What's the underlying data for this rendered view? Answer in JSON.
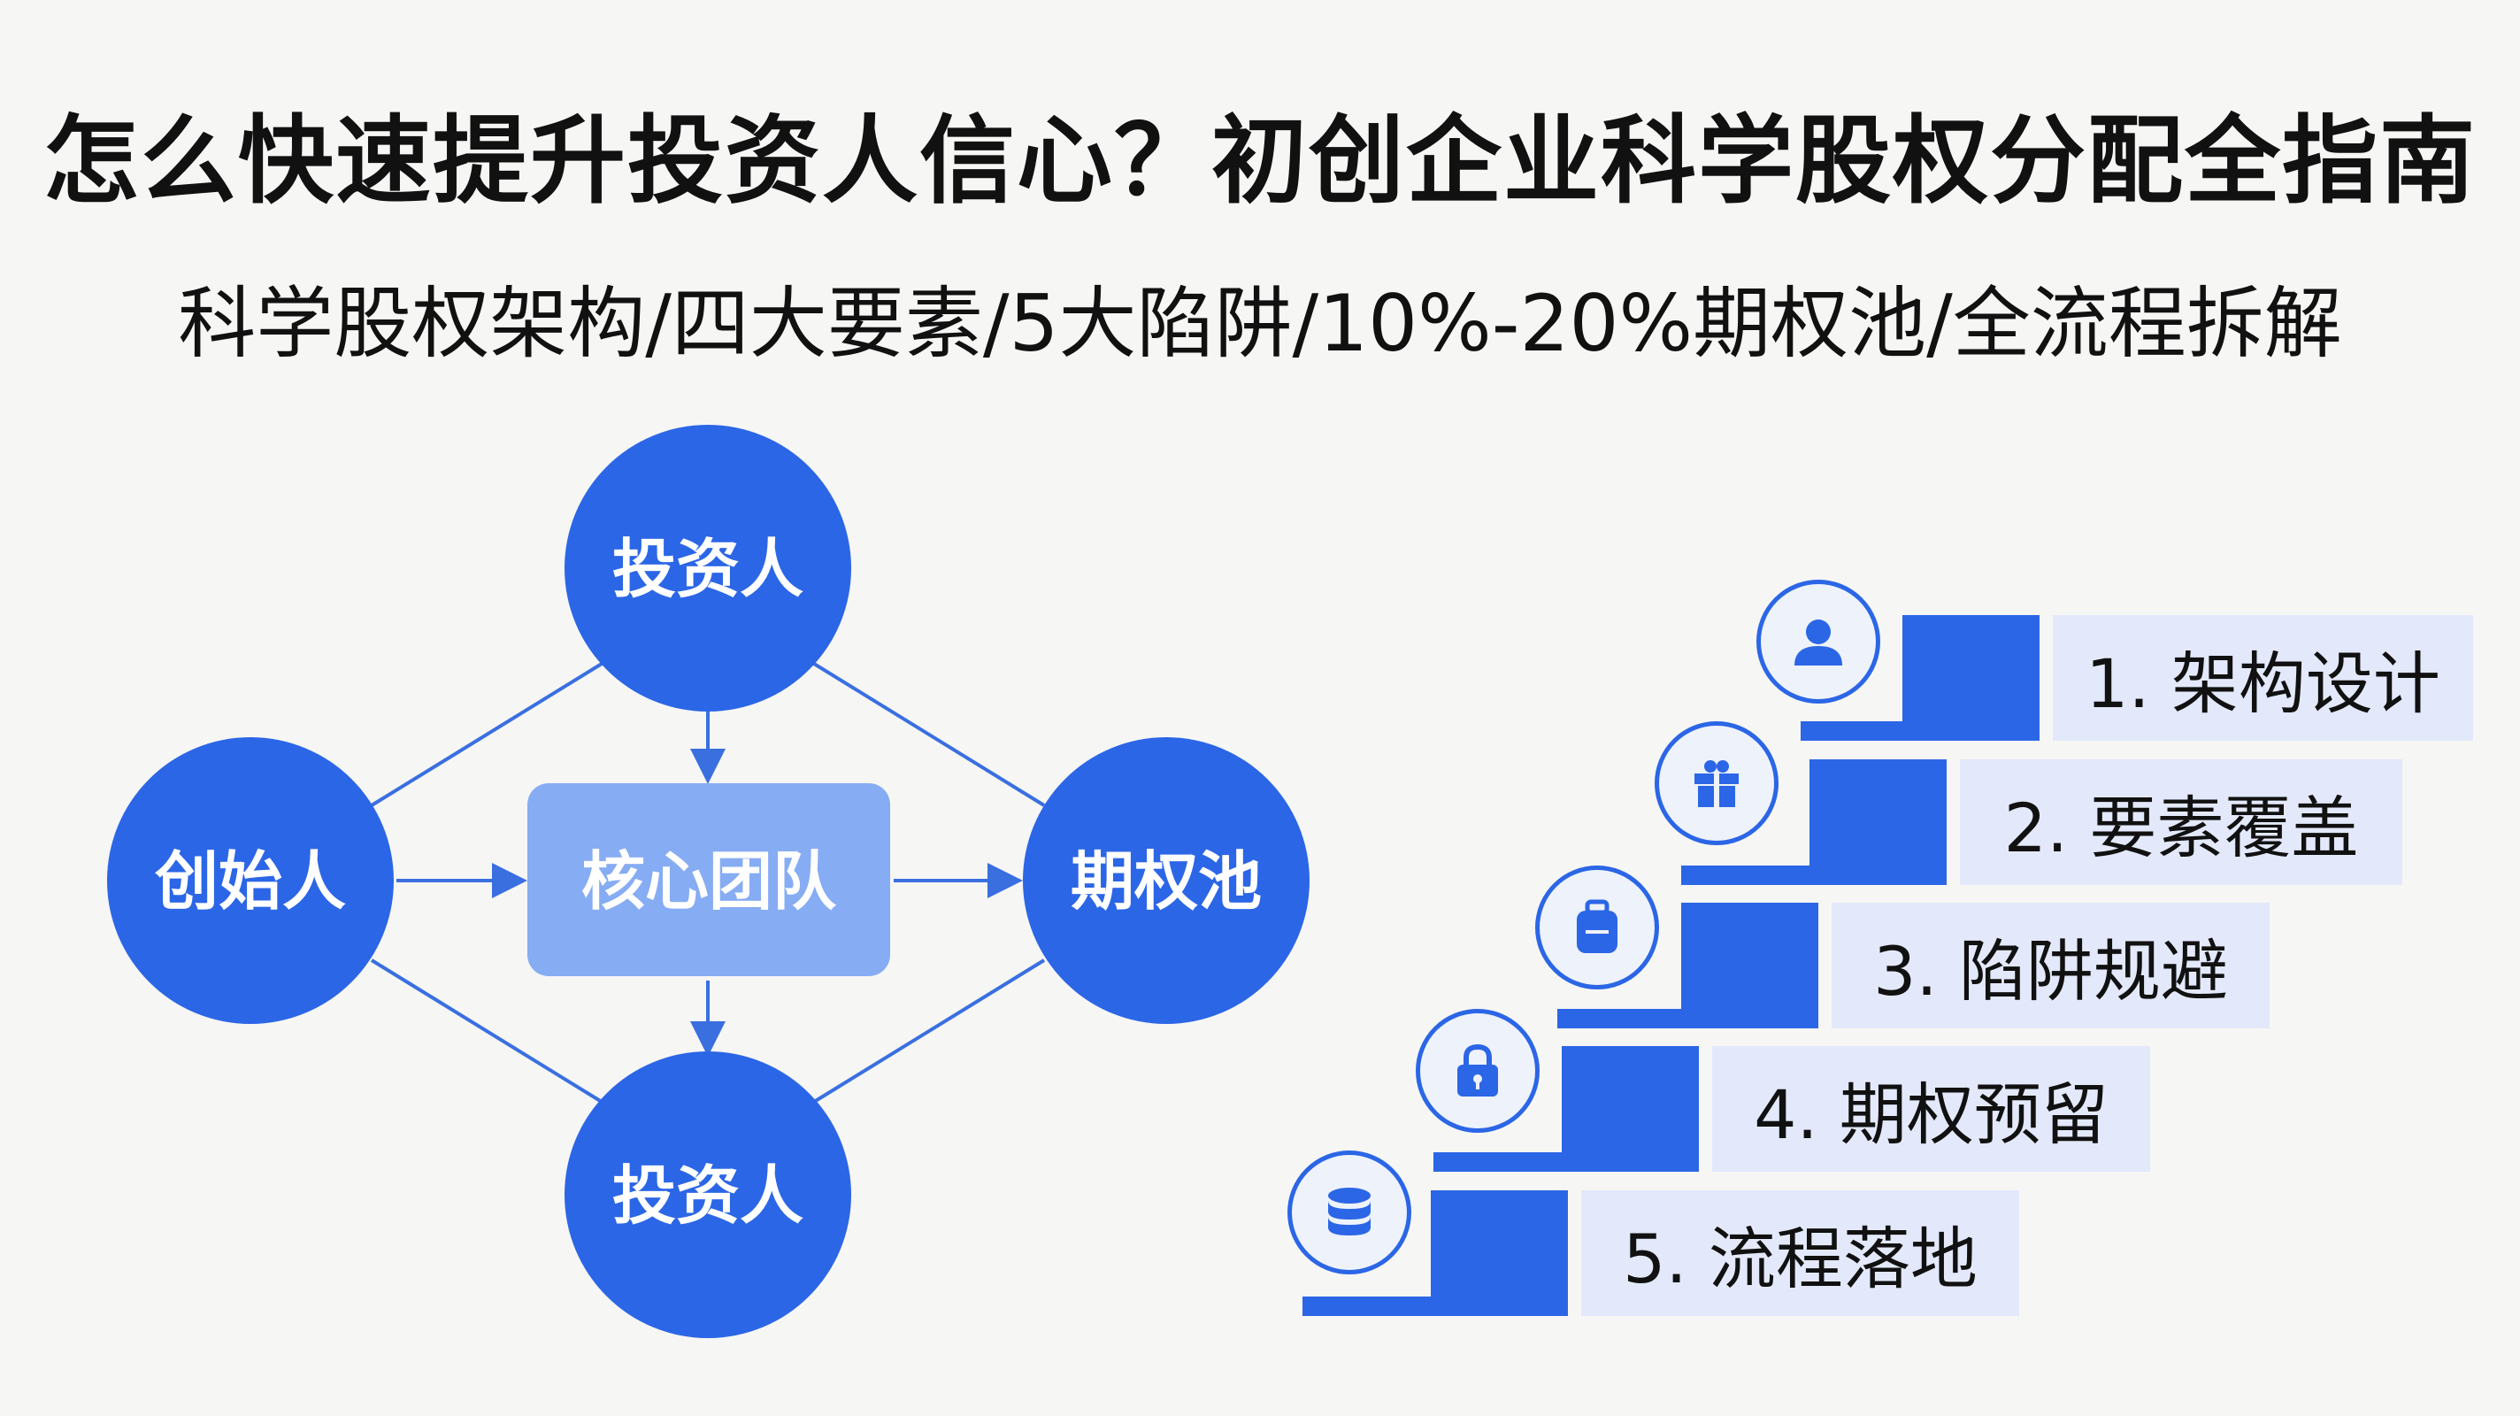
{
  "title": "怎么快速提升投资人信心？初创企业科学股权分配全指南",
  "subtitle": "科学股权架构/四大要素/5大陷阱/10%-20%期权池/全流程拆解",
  "colors": {
    "primary": "#2b66e6",
    "core_box": "#86acf3",
    "label_bg": "#e3e9fa",
    "line": "#3a6fe0"
  },
  "flow": {
    "top": "投资人",
    "left": "创始人",
    "center": "核心团队",
    "right": "期权池",
    "bottom": "投资人"
  },
  "steps": [
    {
      "label": "1. 架构设计",
      "icon": "user-icon"
    },
    {
      "label": "2. 要素覆盖",
      "icon": "gift-icon"
    },
    {
      "label": "3. 陷阱规避",
      "icon": "backpack-icon"
    },
    {
      "label": "4. 期权预留",
      "icon": "lock-icon"
    },
    {
      "label": "5. 流程落地",
      "icon": "database-icon"
    }
  ]
}
